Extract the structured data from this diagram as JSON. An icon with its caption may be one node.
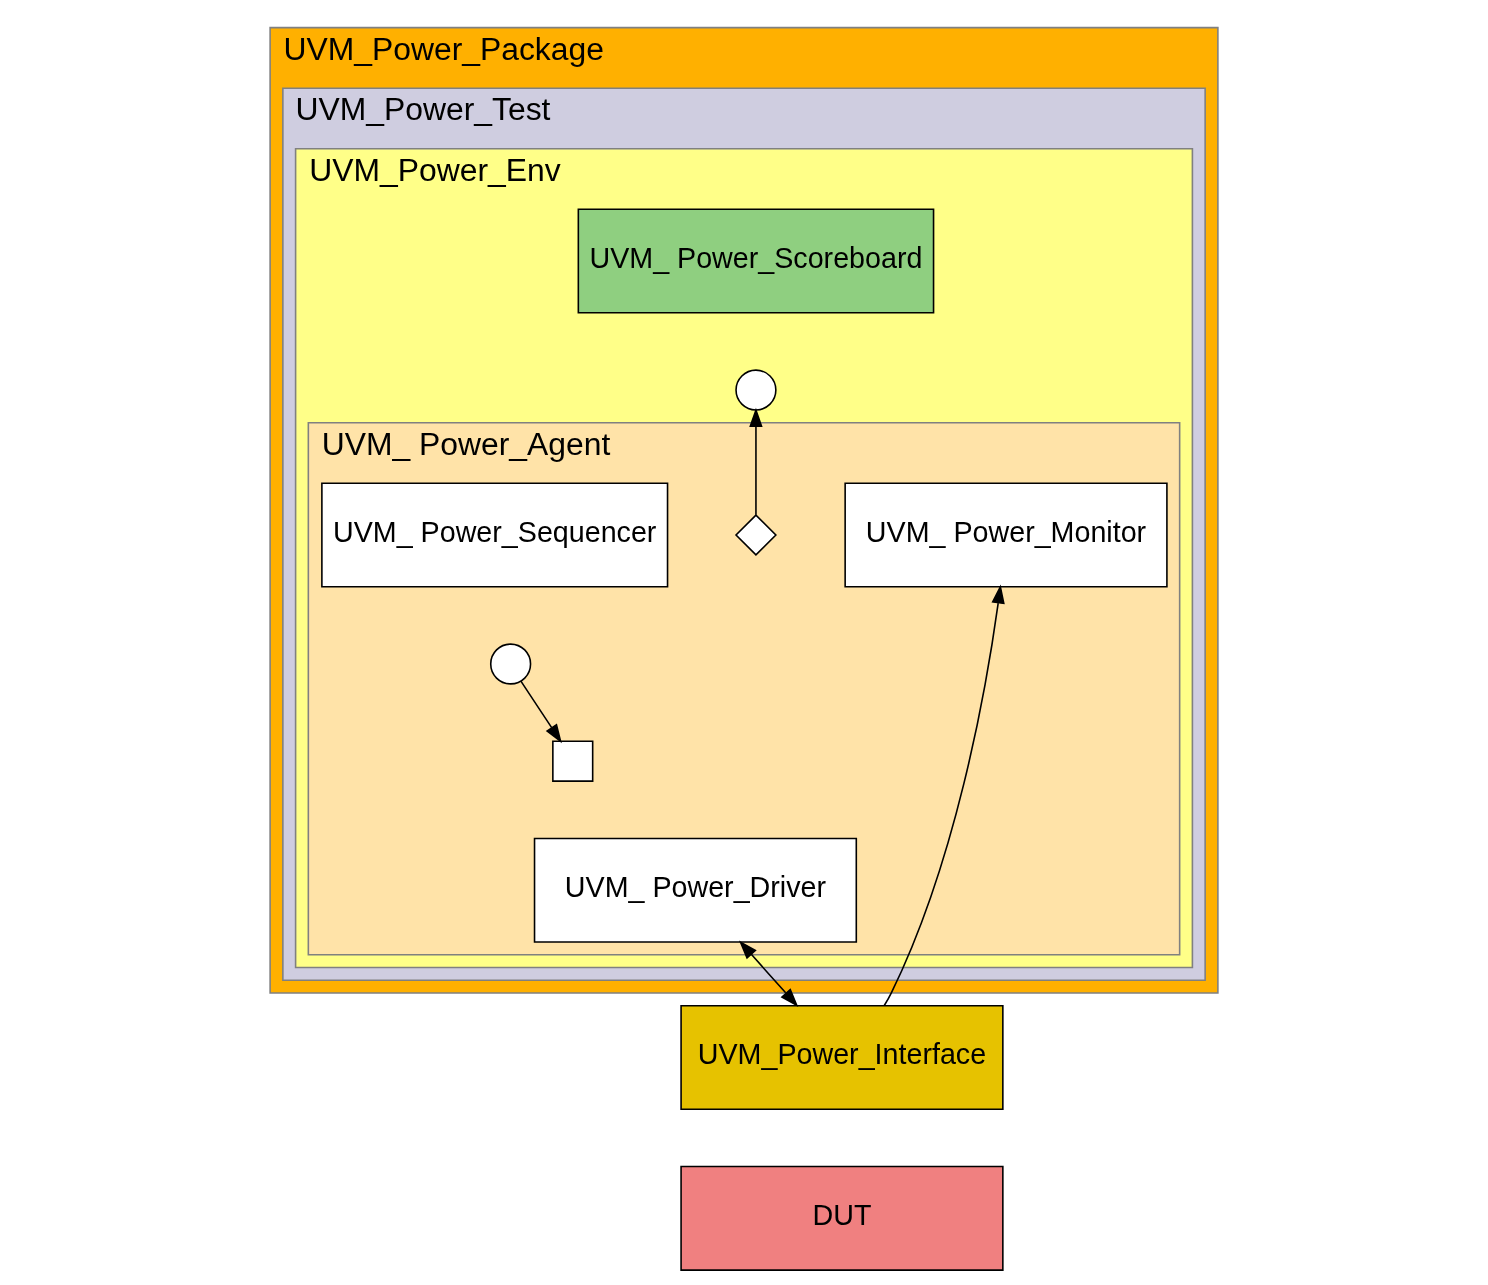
{
  "diagram": {
    "nodes": [
      {
        "text": [
          "UVM_Power_Package"
        ]
      },
      {
        "text": [
          "UVM_Power_Test"
        ],
        "in": 0
      },
      {
        "text": [
          "UVM_Power_Env"
        ],
        "in": 1
      },
      {
        "text": [
          "UVM_ Power_Scoreboard"
        ],
        "in": 2
      },
      {
        "text": [],
        "shape": "circle",
        "in": 2
      },
      {
        "text": [
          "UVM_ Power_Agent"
        ],
        "in": 2
      },
      {
        "text": [
          "UVM_ Power_Sequencer"
        ],
        "in": 5
      },
      {
        "text": [],
        "shape": "circle",
        "in": 5
      },
      {
        "text": [],
        "shape": "diamond",
        "in": 5
      },
      {
        "text": [
          "UVM_ Power_Monitor"
        ],
        "in": 5
      },
      {
        "text": [],
        "shape": "box",
        "in": 5
      },
      {
        "text": [
          "UVM_ Power_Driver"
        ],
        "in": 5
      },
      {
        "text": [
          "UVM_Power_Interface"
        ]
      },
      {
        "text": [
          "DUT"
        ]
      }
    ],
    "edges": [
      {
        "from": 8,
        "to": 4,
        "arrow": "to"
      },
      {
        "from": 7,
        "to": 10,
        "arrow": "to"
      },
      {
        "from": 12,
        "to": 9,
        "arrow": "to"
      },
      {
        "from": 11,
        "to": 12,
        "arrow": "both"
      }
    ]
  }
}
